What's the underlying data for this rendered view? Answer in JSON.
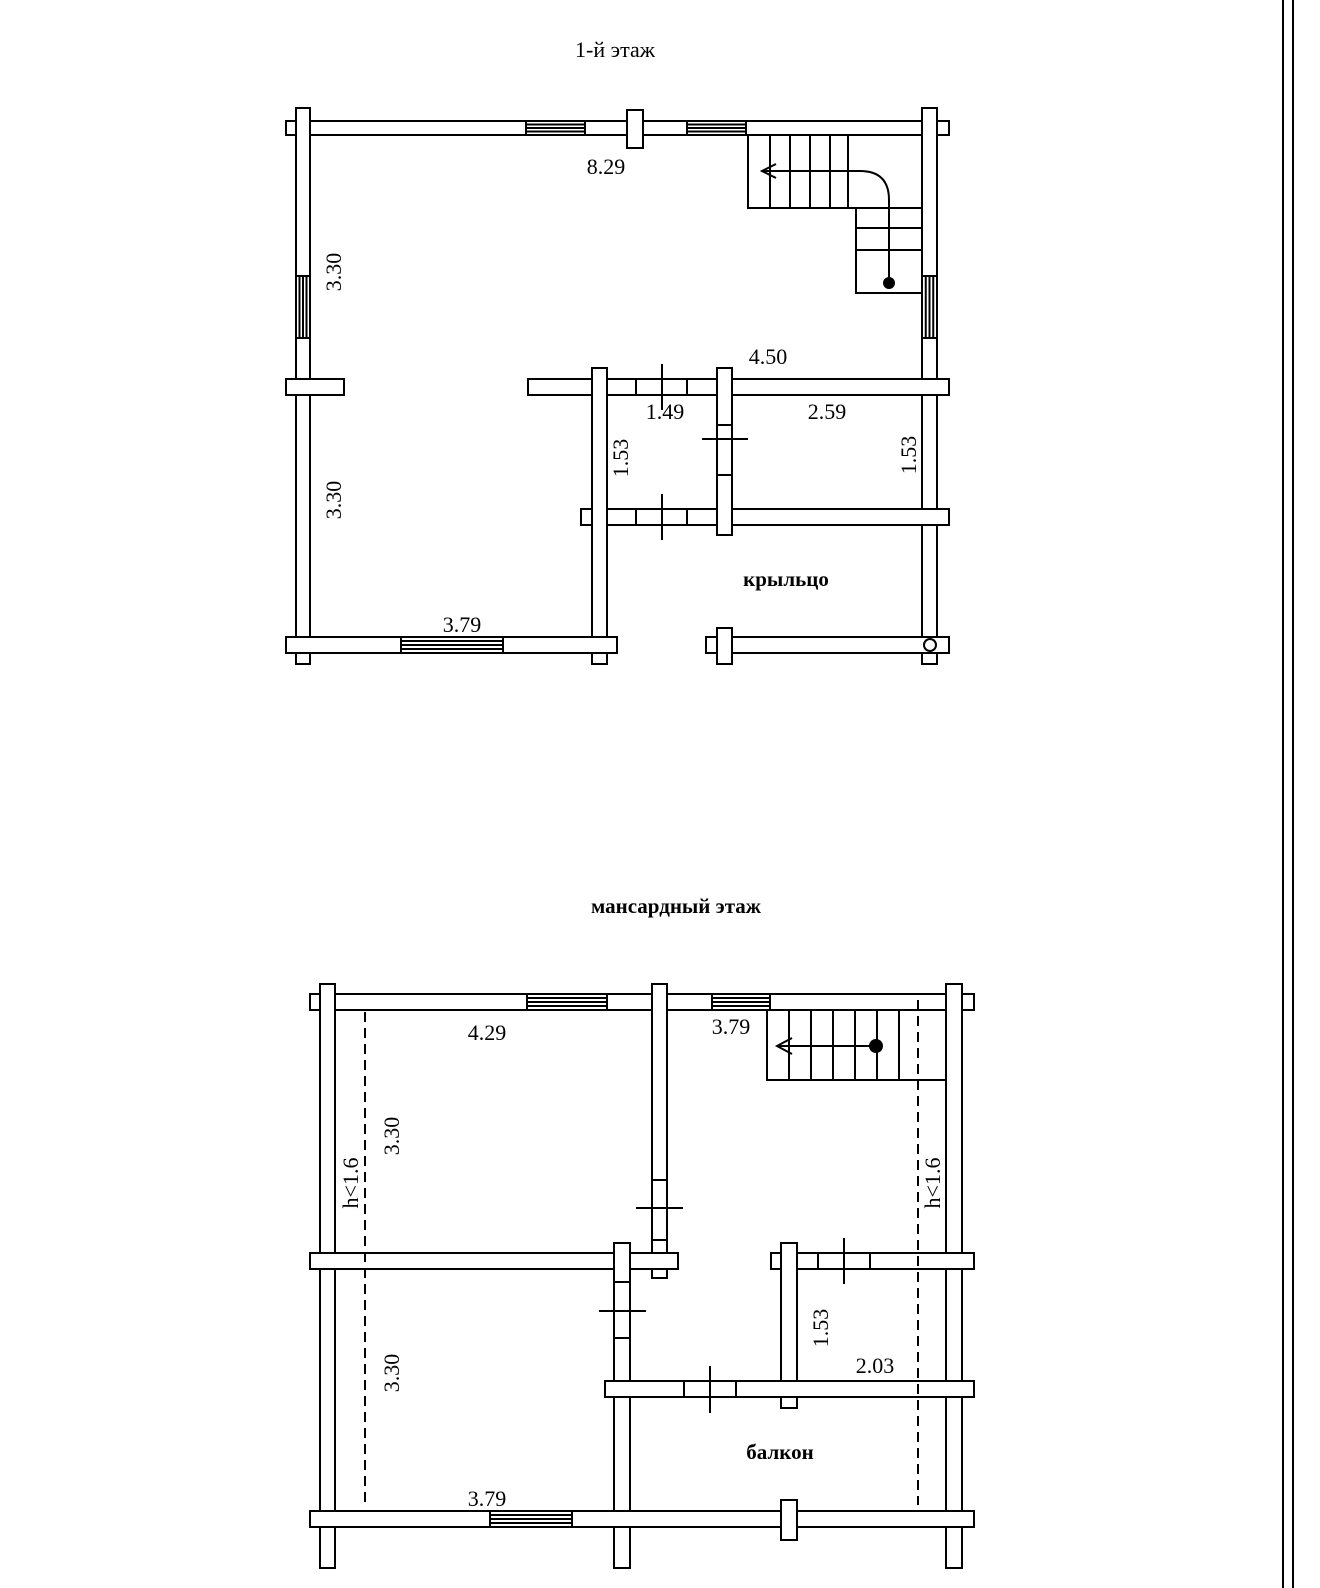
{
  "first_floor": {
    "title": "1-й этаж",
    "dims": {
      "top_length": "8.29",
      "left_upper": "3.30",
      "left_lower": "3.30",
      "inner_wall": "4.50",
      "door_span_left": "1.49",
      "door_span_right": "2.59",
      "porch_left": "1.53",
      "porch_right": "1.53",
      "bottom_window": "3.79"
    },
    "porch_label": "крыльцо"
  },
  "attic_floor": {
    "title": "мансардный этаж",
    "dims": {
      "top_left": "4.29",
      "top_right": "3.79",
      "left_upper": "3.30",
      "left_lower": "3.30",
      "height_left": "h<1.6",
      "height_right": "h<1.6",
      "balcony_side": "1.53",
      "balcony_wall": "2.03",
      "bottom_window": "3.79"
    },
    "balcony_label": "балкон"
  }
}
